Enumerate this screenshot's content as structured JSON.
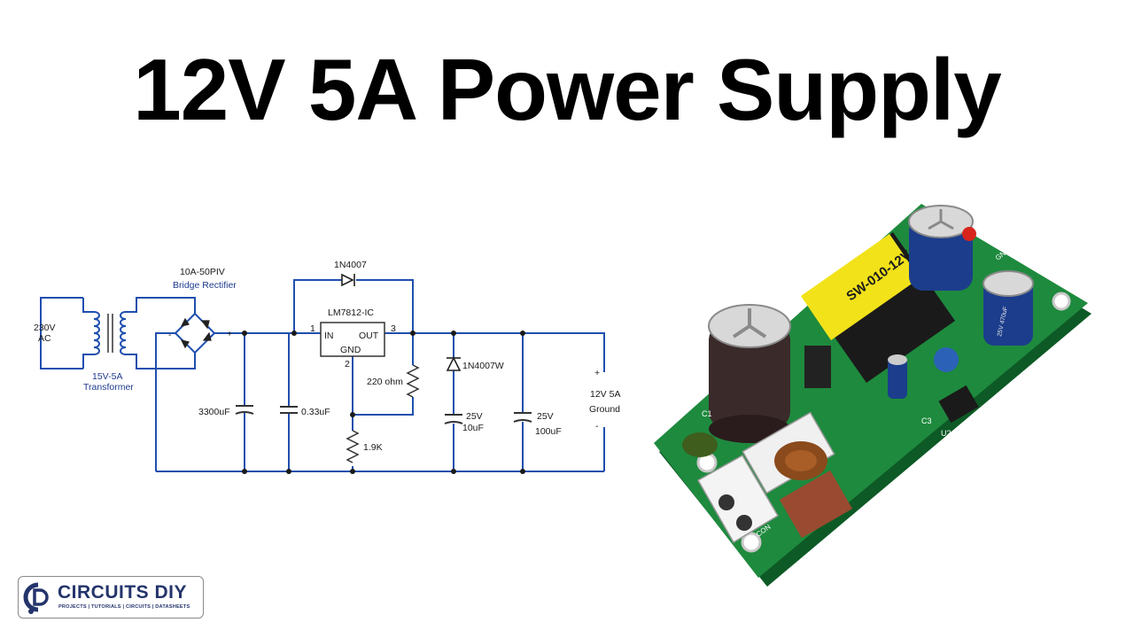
{
  "title": "12V 5A Power Supply",
  "schematic": {
    "labels": {
      "input_voltage": "230V",
      "input_ac": "AC",
      "transformer_rating": "15V-5A",
      "transformer_name": "Transformer",
      "rectifier_rating": "10A-50PIV",
      "rectifier_name": "Bridge Rectifier",
      "rect_minus": "-",
      "rect_plus": "+",
      "cap_main": "3300uF",
      "cap_small": "0.33uF",
      "regulator": "LM7812-IC",
      "pin_in": "IN",
      "pin_out": "OUT",
      "pin_gnd": "GND",
      "pin1": "1",
      "pin2": "2",
      "pin3": "3",
      "diode_top": "1N4007",
      "resistor_220": "220 ohm",
      "resistor_19k": "1.9K",
      "diode_zener": "1N4007W",
      "cap3_voltage": "25V",
      "cap3_value": "10uF",
      "cap4_voltage": "25V",
      "cap4_value": "100uF",
      "output_plus": "+",
      "output_voltage": "12V 5A",
      "output_ground": "Ground",
      "output_minus": "-"
    }
  },
  "board": {
    "silkscreen": "SW-010-12V-02",
    "cap1_text": "25V 470uF",
    "label_c1": "C1",
    "label_c3": "C3",
    "label_u2": "U2",
    "label_gnd": "GND",
    "label_con": "CON"
  },
  "logo": {
    "name": "CIRCUITS DIY",
    "tagline": "PROJECTS | TUTORIALS | CIRCUITS | DATASHEETS"
  },
  "colors": {
    "wire": "#1f4fae",
    "title": "#000000",
    "pcb": "#1e8a3e",
    "transformer_tape": "#f2e21a",
    "logo": "#24346b"
  }
}
